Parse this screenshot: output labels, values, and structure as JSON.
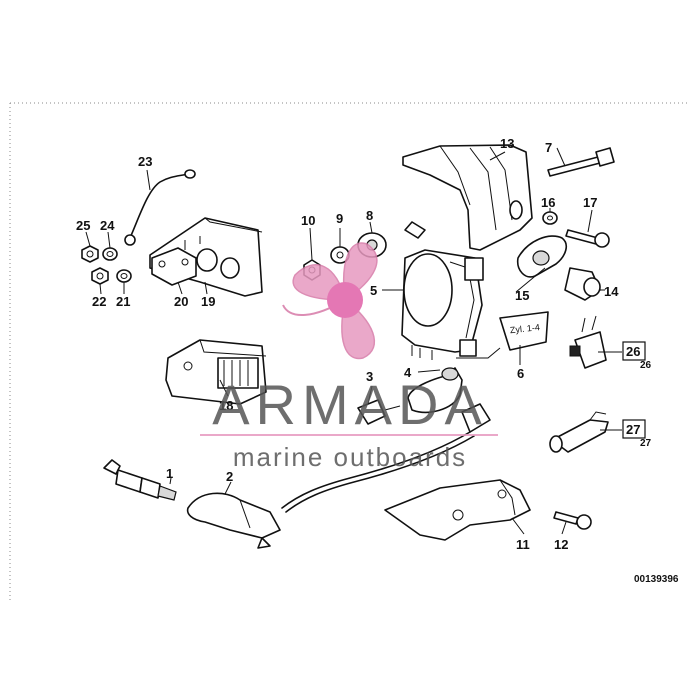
{
  "diagram": {
    "doc_number": "00139396",
    "callouts": [
      {
        "id": "c1",
        "text": "1"
      },
      {
        "id": "c2",
        "text": "2"
      },
      {
        "id": "c3",
        "text": "3"
      },
      {
        "id": "c4",
        "text": "4"
      },
      {
        "id": "c5",
        "text": "5"
      },
      {
        "id": "c6",
        "text": "6"
      },
      {
        "id": "c7",
        "text": "7"
      },
      {
        "id": "c8",
        "text": "8"
      },
      {
        "id": "c9",
        "text": "9"
      },
      {
        "id": "c10",
        "text": "10"
      },
      {
        "id": "c11",
        "text": "11"
      },
      {
        "id": "c12",
        "text": "12"
      },
      {
        "id": "c13",
        "text": "13"
      },
      {
        "id": "c14",
        "text": "14"
      },
      {
        "id": "c15",
        "text": "15"
      },
      {
        "id": "c16",
        "text": "16"
      },
      {
        "id": "c17",
        "text": "17"
      },
      {
        "id": "c18",
        "text": "18"
      },
      {
        "id": "c19",
        "text": "19"
      },
      {
        "id": "c20",
        "text": "20"
      },
      {
        "id": "c21",
        "text": "21"
      },
      {
        "id": "c22",
        "text": "22"
      },
      {
        "id": "c23",
        "text": "23"
      },
      {
        "id": "c24",
        "text": "24"
      },
      {
        "id": "c25",
        "text": "25"
      },
      {
        "id": "c26box",
        "text": "26"
      },
      {
        "id": "c26",
        "text": "26"
      },
      {
        "id": "c27box",
        "text": "27"
      },
      {
        "id": "c27",
        "text": "27"
      }
    ],
    "tag_label": "Zyl. 1-4"
  },
  "watermark": {
    "brand": "ARMADA",
    "tagline": "marine outboards",
    "brand_color": "#e79ac0",
    "text_color": "#555555"
  }
}
